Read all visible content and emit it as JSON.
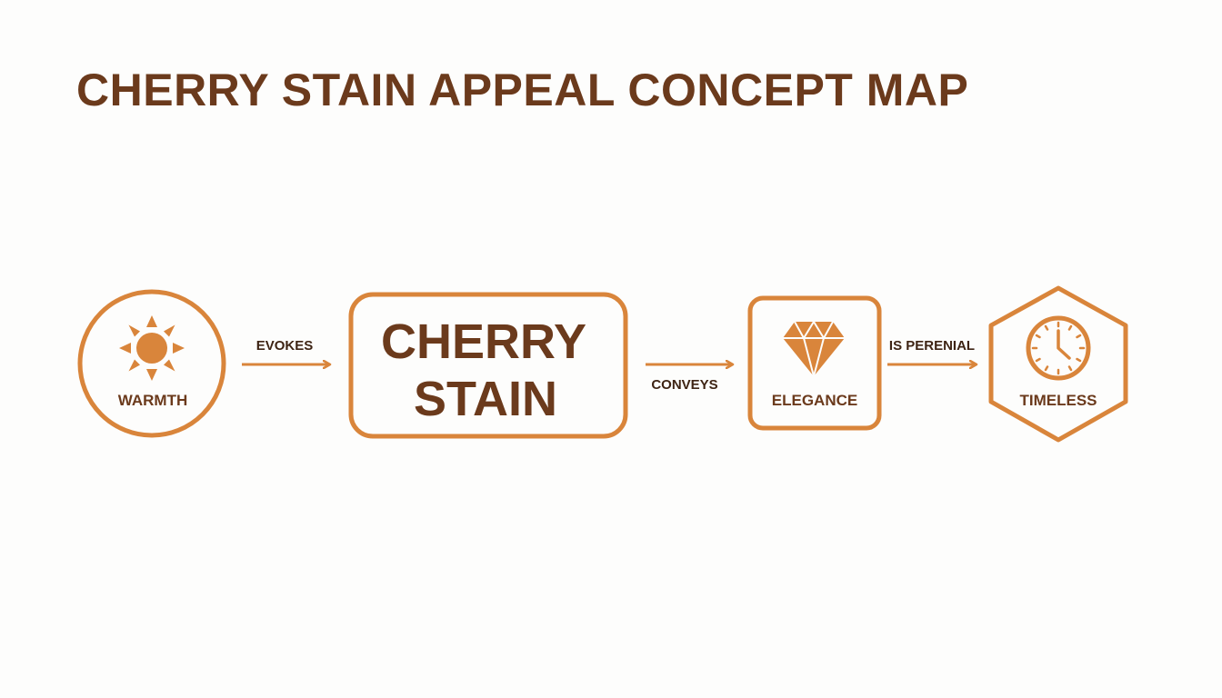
{
  "title": "CHERRY STAIN APPEAL CONCEPT MAP",
  "colors": {
    "accent": "#d9853b",
    "text": "#6b3a1c",
    "edge_text": "#3e2414",
    "background": "#fdfdfc"
  },
  "nodes": {
    "warmth": {
      "label": "WARMTH",
      "icon": "sun-icon",
      "shape": "circle"
    },
    "cherry_stain": {
      "line1": "CHERRY",
      "line2": "STAIN",
      "shape": "rounded-rectangle"
    },
    "elegance": {
      "label": "ELEGANCE",
      "icon": "diamond-icon",
      "shape": "rounded-square"
    },
    "timeless": {
      "label": "TIMELESS",
      "icon": "clock-icon",
      "shape": "hexagon"
    }
  },
  "edges": [
    {
      "from": "warmth",
      "to": "cherry_stain",
      "label": "EVOKES"
    },
    {
      "from": "cherry_stain",
      "to": "elegance",
      "label": "CONVEYS"
    },
    {
      "from": "elegance",
      "to": "timeless",
      "label": "IS PERENIAL"
    }
  ]
}
